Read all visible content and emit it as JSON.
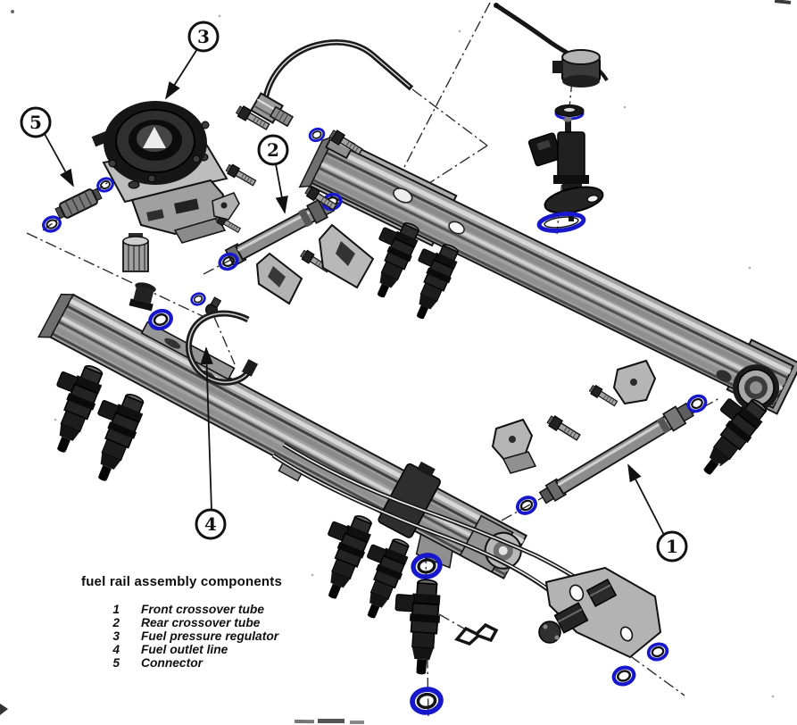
{
  "legend": {
    "title": "fuel rail assembly components",
    "items": [
      {
        "num": "1",
        "label": "Front crossover tube"
      },
      {
        "num": "2",
        "label": "Rear crossover tube"
      },
      {
        "num": "3",
        "label": "Fuel pressure regulator"
      },
      {
        "num": "4",
        "label": "Fuel outlet line"
      },
      {
        "num": "5",
        "label": "Connector"
      }
    ]
  },
  "callouts": [
    {
      "num": "1"
    },
    {
      "num": "2"
    },
    {
      "num": "3"
    },
    {
      "num": "4"
    },
    {
      "num": "5"
    }
  ],
  "colors": {
    "oring_blue": "#1717cc",
    "ink": "#141414",
    "rail_gray": "#a0a0a0",
    "paper": "#ffffff"
  }
}
